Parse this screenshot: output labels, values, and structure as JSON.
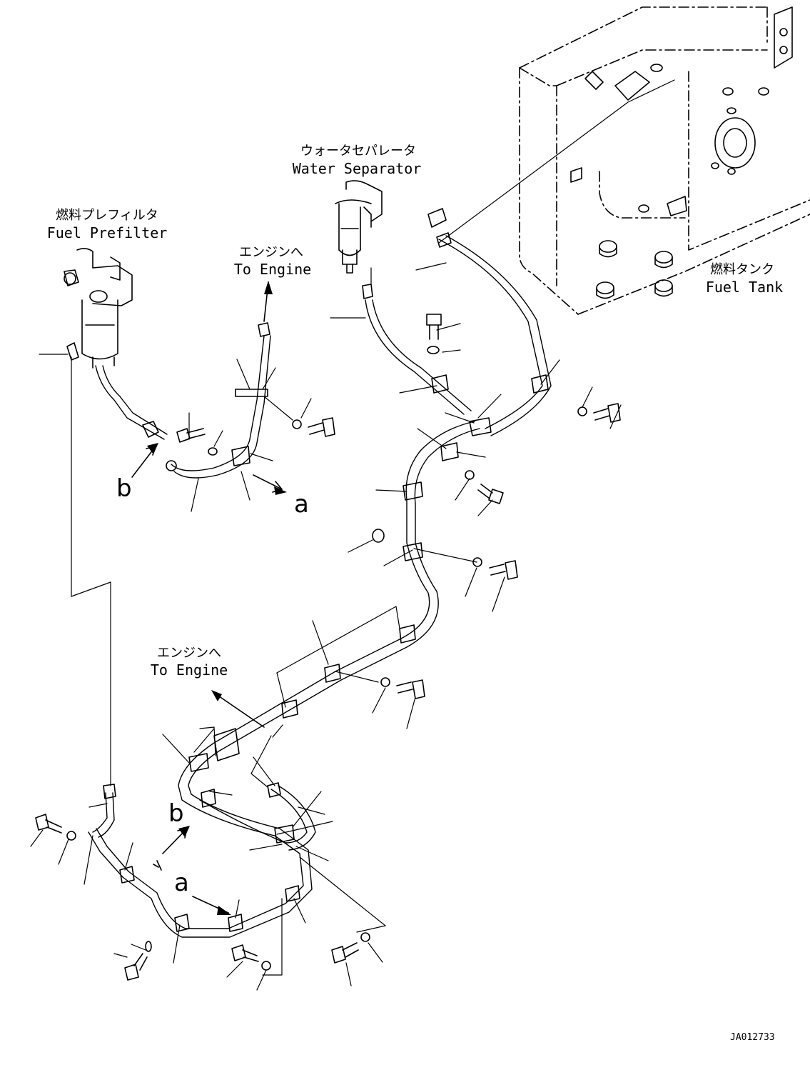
{
  "labels": {
    "water_separator_jp": "ウォータセパレータ",
    "water_separator_en": "Water Separator",
    "fuel_prefilter_jp": "燃料プレフィルタ",
    "fuel_prefilter_en": "Fuel Prefilter",
    "to_engine_top_jp": "エンジンへ",
    "to_engine_top_en": "To Engine",
    "to_engine_mid_jp": "エンジンへ",
    "to_engine_mid_en": "To Engine",
    "fuel_tank_jp": "燃料タンク",
    "fuel_tank_en": "Fuel Tank"
  },
  "callouts": {
    "a_top": "a",
    "b_top": "b",
    "a_bottom": "a",
    "b_bottom": "b"
  },
  "drawing_code": "JA012733",
  "colors": {
    "line": "#000000",
    "background": "#ffffff"
  }
}
